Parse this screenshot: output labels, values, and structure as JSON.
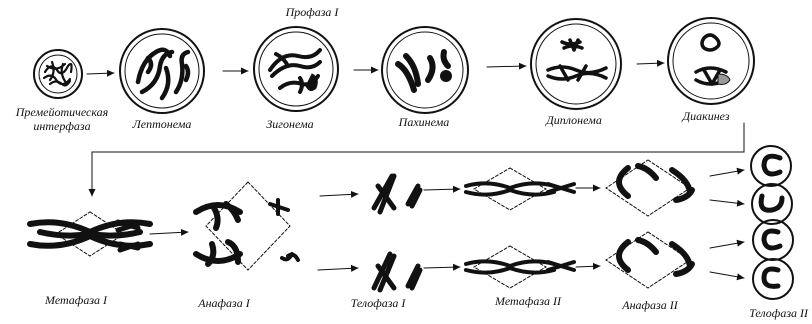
{
  "title": "Профаза I",
  "stages_row1": [
    {
      "id": "premeiotic",
      "label": "Премейотическая интерфаза"
    },
    {
      "id": "leptonema",
      "label": "Лептонема"
    },
    {
      "id": "zygonema",
      "label": "Зигонема"
    },
    {
      "id": "pachynema",
      "label": "Пахинема"
    },
    {
      "id": "diplonema",
      "label": "Диплонема"
    },
    {
      "id": "diakinesis",
      "label": "Диакинез"
    }
  ],
  "stages_row2": [
    {
      "id": "metaphase1",
      "label": "Метафаза I"
    },
    {
      "id": "anaphase1",
      "label": "Анафаза I"
    },
    {
      "id": "telophase1",
      "label": "Телофаза  I"
    },
    {
      "id": "metaphase2",
      "label": "Метафаза II"
    },
    {
      "id": "anaphase2",
      "label": "Анафаза  II"
    },
    {
      "id": "telophase2",
      "label": "Телофаза  II"
    }
  ]
}
